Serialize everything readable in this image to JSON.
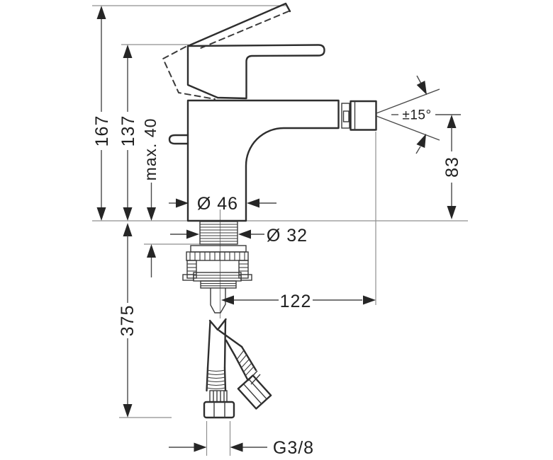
{
  "page": {
    "background": "#ffffff",
    "line_color": "#2e2e2e",
    "dim_line_color": "#4a4a4a",
    "text_color": "#1f1f1f"
  },
  "drawing": {
    "kind": "technical-dimension-drawing",
    "subject": "single-lever bidet mixer tap, side elevation with installation dimensions",
    "labels": {
      "total_height": "167",
      "handle_height": "137",
      "max_mounting_thickness": "max. 40",
      "supply_hose_length": "375",
      "base_diameter": "Ø 46",
      "shank_diameter": "Ø 32",
      "spout_reach": "122",
      "spout_height": "83",
      "spray_angle": "±15°",
      "connection_thread": "G3/8"
    }
  }
}
